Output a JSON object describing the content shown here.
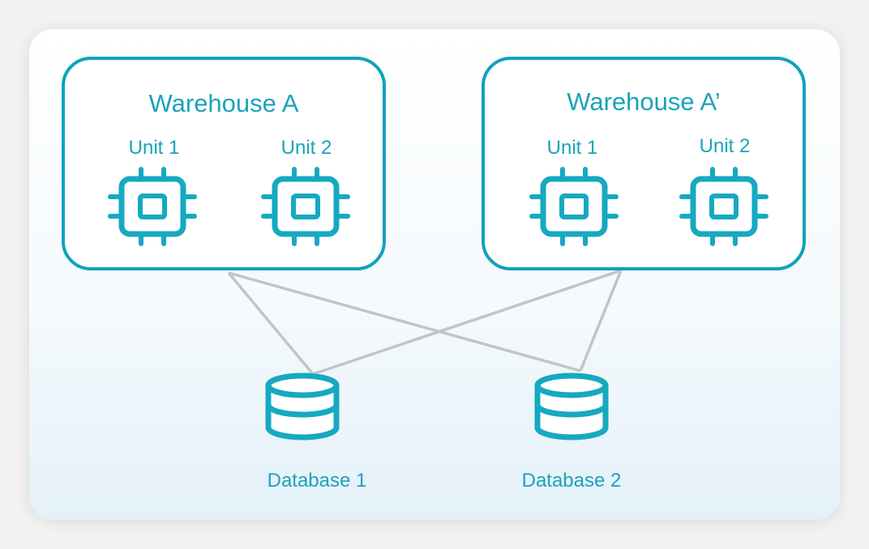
{
  "warehouses": [
    {
      "title": "Warehouse A",
      "units": [
        "Unit 1",
        "Unit 2"
      ]
    },
    {
      "title": "Warehouse A’",
      "units": [
        "Unit 1",
        "Unit 2"
      ]
    }
  ],
  "databases": [
    {
      "label": "Database 1"
    },
    {
      "label": "Database 2"
    }
  ],
  "colors": {
    "accent": "#16a9c1",
    "connector": "#c4c4c4",
    "card_bg_bottom": "#e4f1f8"
  },
  "icons": {
    "unit": "chip-icon",
    "database": "database-icon"
  }
}
